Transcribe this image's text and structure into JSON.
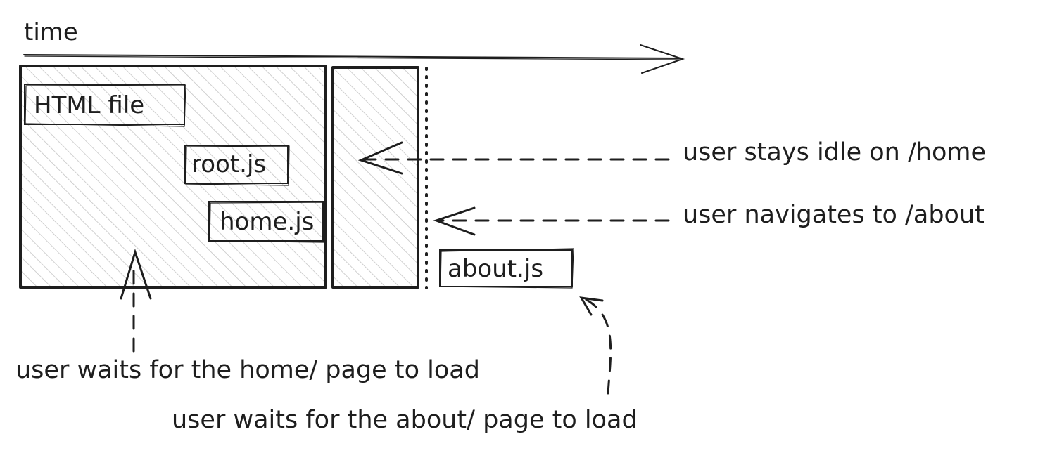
{
  "time_label": "time",
  "boxes": {
    "html": "HTML file",
    "root": "root.js",
    "home": "home.js",
    "about": "about.js"
  },
  "annotations": {
    "idle": "user stays idle on /home",
    "navigate": "user navigates to /about",
    "wait_home": "user waits for the home/ page to load",
    "wait_about": "user waits for the about/ page to load"
  },
  "colors": {
    "stroke": "#1e1e1e",
    "hatch": "#c4c4c4",
    "background": "#ffffff"
  }
}
